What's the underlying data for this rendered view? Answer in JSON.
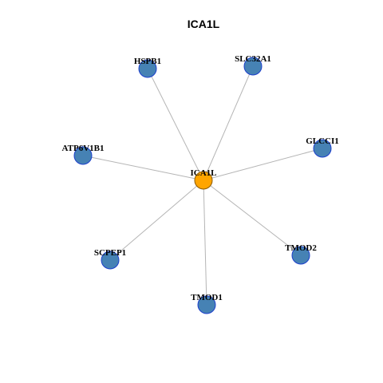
{
  "title": "ICA1L",
  "graph": {
    "center": {
      "label": "ICA1L",
      "fill": "#FFA500",
      "stroke": "#8B5A00"
    },
    "leaf_style": {
      "fill": "#4682B4",
      "stroke": "#1C3FCC"
    },
    "neighbors": [
      {
        "label": "HSPB1"
      },
      {
        "label": "SLC32A1"
      },
      {
        "label": "ATP6V1B1"
      },
      {
        "label": "GLCCI1"
      },
      {
        "label": "SCPEP1"
      },
      {
        "label": "TMOD2"
      },
      {
        "label": "TMOD1"
      }
    ],
    "edges": [
      [
        "ICA1L",
        "HSPB1"
      ],
      [
        "ICA1L",
        "SLC32A1"
      ],
      [
        "ICA1L",
        "ATP6V1B1"
      ],
      [
        "ICA1L",
        "GLCCI1"
      ],
      [
        "ICA1L",
        "SCPEP1"
      ],
      [
        "ICA1L",
        "TMOD2"
      ],
      [
        "ICA1L",
        "TMOD1"
      ]
    ]
  }
}
